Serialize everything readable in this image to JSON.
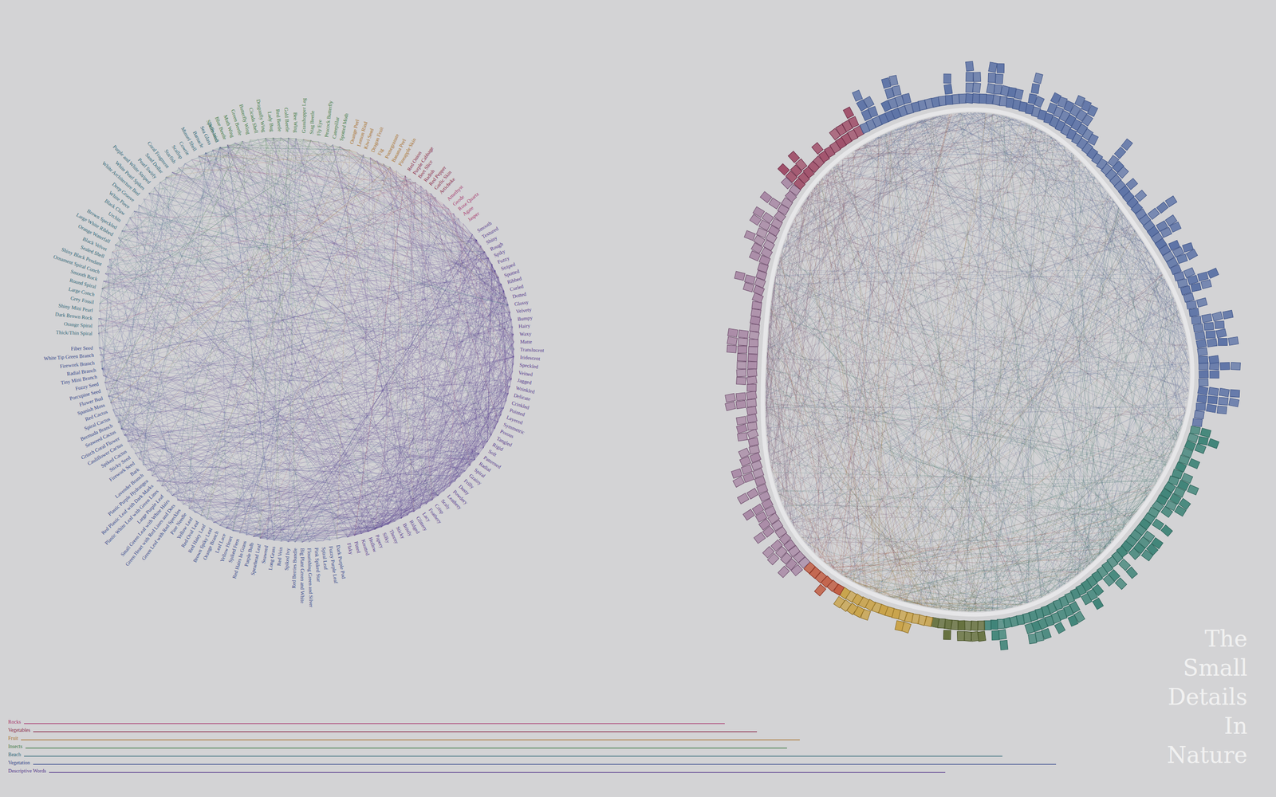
{
  "diagram": {
    "title": "The Small Details In Nature",
    "labels": [
      "Spider Web",
      "Blue Beetle",
      "Moth Wing",
      "Green Beetle",
      "Butterfly Wing",
      "Cicada Shell",
      "Dragonfly Wing",
      "Lady Bug",
      "Red Beetle",
      "Gold Beetle",
      "Bee Wing",
      "Grasshopper Leg",
      "Stag Beetle",
      "Fly Eye",
      "Peacock Butterfly",
      "Caterpillar",
      "Spotted Moth",
      "Orange Peel",
      "Lemon Rind",
      "Kiwi Seed",
      "Dragon Fruit",
      "Fig",
      "Pomegranate",
      "Banana Peel",
      "Pineapple Skin",
      "Red Onion",
      "Purple Cabbage",
      "Beet Slice",
      "Radish",
      "Red Pepper",
      "Garlic Skin",
      "Artichoke",
      "Amethyst",
      "Geode",
      "Rose Quartz",
      "Agate",
      "Jasper",
      "Smooth",
      "Textured",
      "Shiny",
      "Rough",
      "Spiky",
      "Fuzzy",
      "Striped",
      "Spotted",
      "Ribbed",
      "Curled",
      "Dotted",
      "Glossy",
      "Velvety",
      "Bumpy",
      "Hairy",
      "Waxy",
      "Matte",
      "Translucent",
      "Iridescent",
      "Speckled",
      "Veined",
      "Jagged",
      "Wrinkled",
      "Delicate",
      "Crinkled",
      "Pointed",
      "Layered",
      "Symmetric",
      "Porous",
      "Tangled",
      "Rigid",
      "Soft",
      "Patterned",
      "Radial",
      "Spiral",
      "Grainy",
      "Frilly",
      "Dusty",
      "Powdery",
      "Leathery",
      "Scaly",
      "Crisp",
      "Feathery",
      "Lacy",
      "Glittery",
      "Ridged",
      "Bristly",
      "Sticky",
      "Thorny",
      "Silky",
      "Papery",
      "Hollow",
      "Knotted",
      "Pitted",
      "Flaky",
      "Dark Purple Pod",
      "Fuzzy Purple Leaf",
      "Spiral Leaf",
      "Pink Spiked Star",
      "Flourishing Green and Silver",
      "Big Plant Green and White",
      "Red Berries Bundle",
      "Spiked Ivy",
      "Red Vein",
      "Long Grass",
      "Seaweed",
      "Spearhead Leaf",
      "Purple Bulb",
      "Red Hairs In Grass",
      "Spiked Fern",
      "Yellow Heart",
      "Leaf Lace",
      "Orange Branch",
      "Brown Spiky Leaf",
      "Red Hairy Leaf",
      "Red Oval Leaf",
      "Yellow Leaf",
      "Pine Needle",
      "Green Leaf with Red Speckles",
      "Green Heart with Red Lines and Dots",
      "Small Green Leaf with White Hairs",
      "Large Purple Leaf",
      "Plastic White Leaf with Green Lines",
      "Red Plastic Leaf with Dark Marks",
      "Plastic Purple Hydrangea",
      "Lavender Branch",
      "Bark",
      "Firework Seed",
      "Sticky Seed",
      "Spiked Cactus",
      "Cauliflower Cactus",
      "Grinch Coral Flower",
      "Seaweed Cactus",
      "Bermuda Branch",
      "Spiral Cactus",
      "Red Cactus",
      "Spanish Moss",
      "Flower Bud",
      "Porcupine Seed",
      "Fuzzy Seed",
      "Tiny Mini Branch",
      "Radial Branch",
      "Firework Branch",
      "White Tip Green Branch",
      "Fiber Seed",
      "Thick/Thin Spiral",
      "Orange Spiral",
      "Dark Brown Rock",
      "Shiny Mini Pearl",
      "Grey Fossil",
      "Large Conch",
      "Round Spiral",
      "Smooth Rock",
      "Ornament Spiral Conch",
      "Shiny Black Pendant",
      "Sealed Shell",
      "Black Velvet",
      "Orange Waterfall",
      "Large White Ribbed",
      "Brown Speckled",
      "Urchin",
      "Black Claw",
      "White Piece",
      "Deep Groove",
      "White Architecture Bed",
      "White Pearl Spikes",
      "Purple and White Striped",
      "Pearl Swirly",
      "Sand Dollar",
      "Coral Fragment",
      "Starfish",
      "Scallop",
      "Cowrie",
      "Mussel Shell",
      "Barnacle",
      "Sea Glass",
      "Driftwood"
    ],
    "legend": [
      {
        "text": "Rocks",
        "color": "#a8386e"
      },
      {
        "text": "Vegetables",
        "color": "#8a2a48"
      },
      {
        "text": "Fruit",
        "color": "#a8702a"
      },
      {
        "text": "Insects",
        "color": "#3f7a44"
      },
      {
        "text": "Beach",
        "color": "#2d6676"
      },
      {
        "text": "Vegetation",
        "color": "#33468a"
      },
      {
        "text": "Descriptive Words",
        "color": "#55388c"
      }
    ]
  }
}
